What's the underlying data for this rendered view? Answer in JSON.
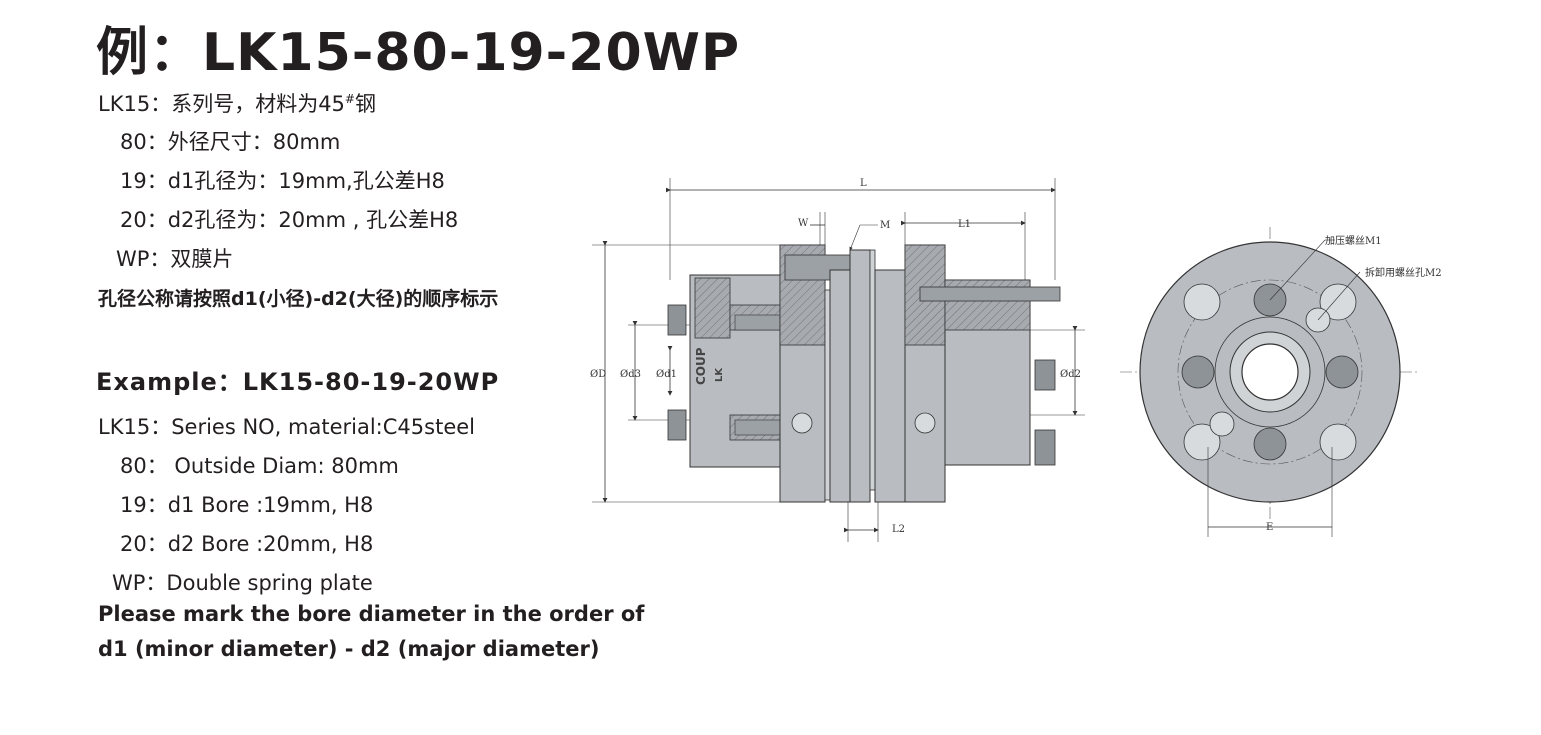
{
  "cn": {
    "title": "例：LK15-80-19-20WP",
    "lines": [
      "LK15：系列号，材料为45",
      "80：外径尺寸：80mm",
      "19：d1孔径为：19mm,孔公差H8",
      "20：d2孔径为：20mm , 孔公差H8",
      "WP：双膜片"
    ],
    "superscript": "#",
    "superscript_after": "钢",
    "note": "孔径公称请按照d1(小径)-d2(大径)的顺序标示"
  },
  "en": {
    "title": "Example：LK15-80-19-20WP",
    "lines": [
      "LK15：Series NO, material:C45steel",
      "80： Outside Diam: 80mm",
      "19：d1 Bore :19mm, H8",
      "20：d2 Bore :20mm, H8",
      "WP：Double  spring  plate"
    ],
    "note_line1": "Please mark the bore diameter in the order of",
    "note_line2": "d1 (minor diameter) - d2 (major diameter)"
  },
  "drawing": {
    "dim_L": "L",
    "dim_W": "W",
    "dim_M": "M",
    "dim_L1": "L1",
    "dim_L2": "L2",
    "dim_D": "ØD",
    "dim_d3": "Ød3",
    "dim_d1": "Ød1",
    "dim_d2": "Ød2",
    "dim_E": "E",
    "callout_m1": "加压螺丝M1",
    "callout_m2": "拆卸用螺丝孔M2",
    "body_marking_1": "COUP",
    "body_marking_2": "LK"
  }
}
